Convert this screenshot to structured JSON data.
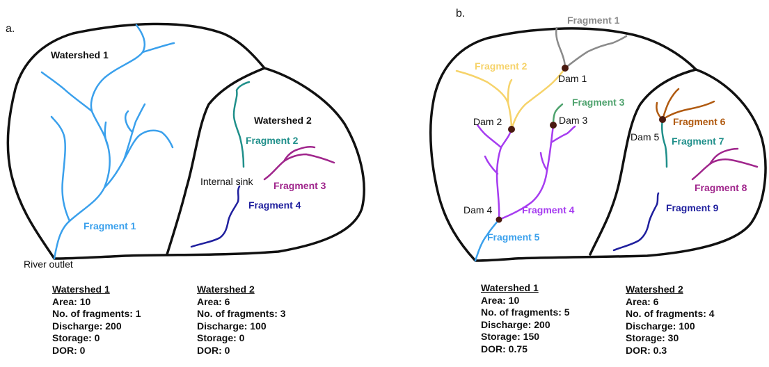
{
  "panels": [
    {
      "letter": "a.",
      "watershed_labels": [
        "Watershed 1",
        "Watershed 2"
      ],
      "fragments": [
        {
          "label": "Fragment 1",
          "color": "#3aa0ec"
        },
        {
          "label": "Fragment 2",
          "color": "#1f8f8a"
        },
        {
          "label": "Fragment 3",
          "color": "#a0268c"
        },
        {
          "label": "Fragment 4",
          "color": "#1f1f9e"
        }
      ],
      "annotations": {
        "internal_sink": "Internal sink",
        "river_outlet": "River outlet"
      },
      "stats": [
        {
          "title": "Watershed 1",
          "area": "Area: 10",
          "fragments": "No. of fragments: 1",
          "discharge": "Discharge: 200",
          "storage": "Storage: 0",
          "dor": "DOR: 0"
        },
        {
          "title": "Watershed 2",
          "area": "Area: 6",
          "fragments": "No. of fragments: 3",
          "discharge": "Discharge: 100",
          "storage": "Storage: 0",
          "dor": "DOR: 0"
        }
      ]
    },
    {
      "letter": "b.",
      "fragments": [
        {
          "label": "Fragment 1",
          "color": "#8a8a8a"
        },
        {
          "label": "Fragment 2",
          "color": "#f6d36a"
        },
        {
          "label": "Fragment 3",
          "color": "#4fa36e"
        },
        {
          "label": "Fragment 4",
          "color": "#a63cf0"
        },
        {
          "label": "Fragment 5",
          "color": "#3aa0ec"
        },
        {
          "label": "Fragment 6",
          "color": "#b05a10"
        },
        {
          "label": "Fragment 7",
          "color": "#1f8f8a"
        },
        {
          "label": "Fragment 8",
          "color": "#a0268c"
        },
        {
          "label": "Fragment 9",
          "color": "#1f1f9e"
        }
      ],
      "dams": [
        "Dam 1",
        "Dam 2",
        "Dam 3",
        "Dam 4",
        "Dam 5"
      ],
      "stats": [
        {
          "title": "Watershed 1",
          "area": "Area: 10",
          "fragments": "No. of fragments: 5",
          "discharge": "Discharge: 200",
          "storage": "Storage: 150",
          "dor": "DOR: 0.75"
        },
        {
          "title": "Watershed 2",
          "area": "Area: 6",
          "fragments": "No. of fragments: 4",
          "discharge": "Discharge: 100",
          "storage": "Storage: 30",
          "dor": "DOR: 0.3"
        }
      ]
    }
  ],
  "colors": {
    "outline": "#111111",
    "dam": "#4a1a10"
  }
}
